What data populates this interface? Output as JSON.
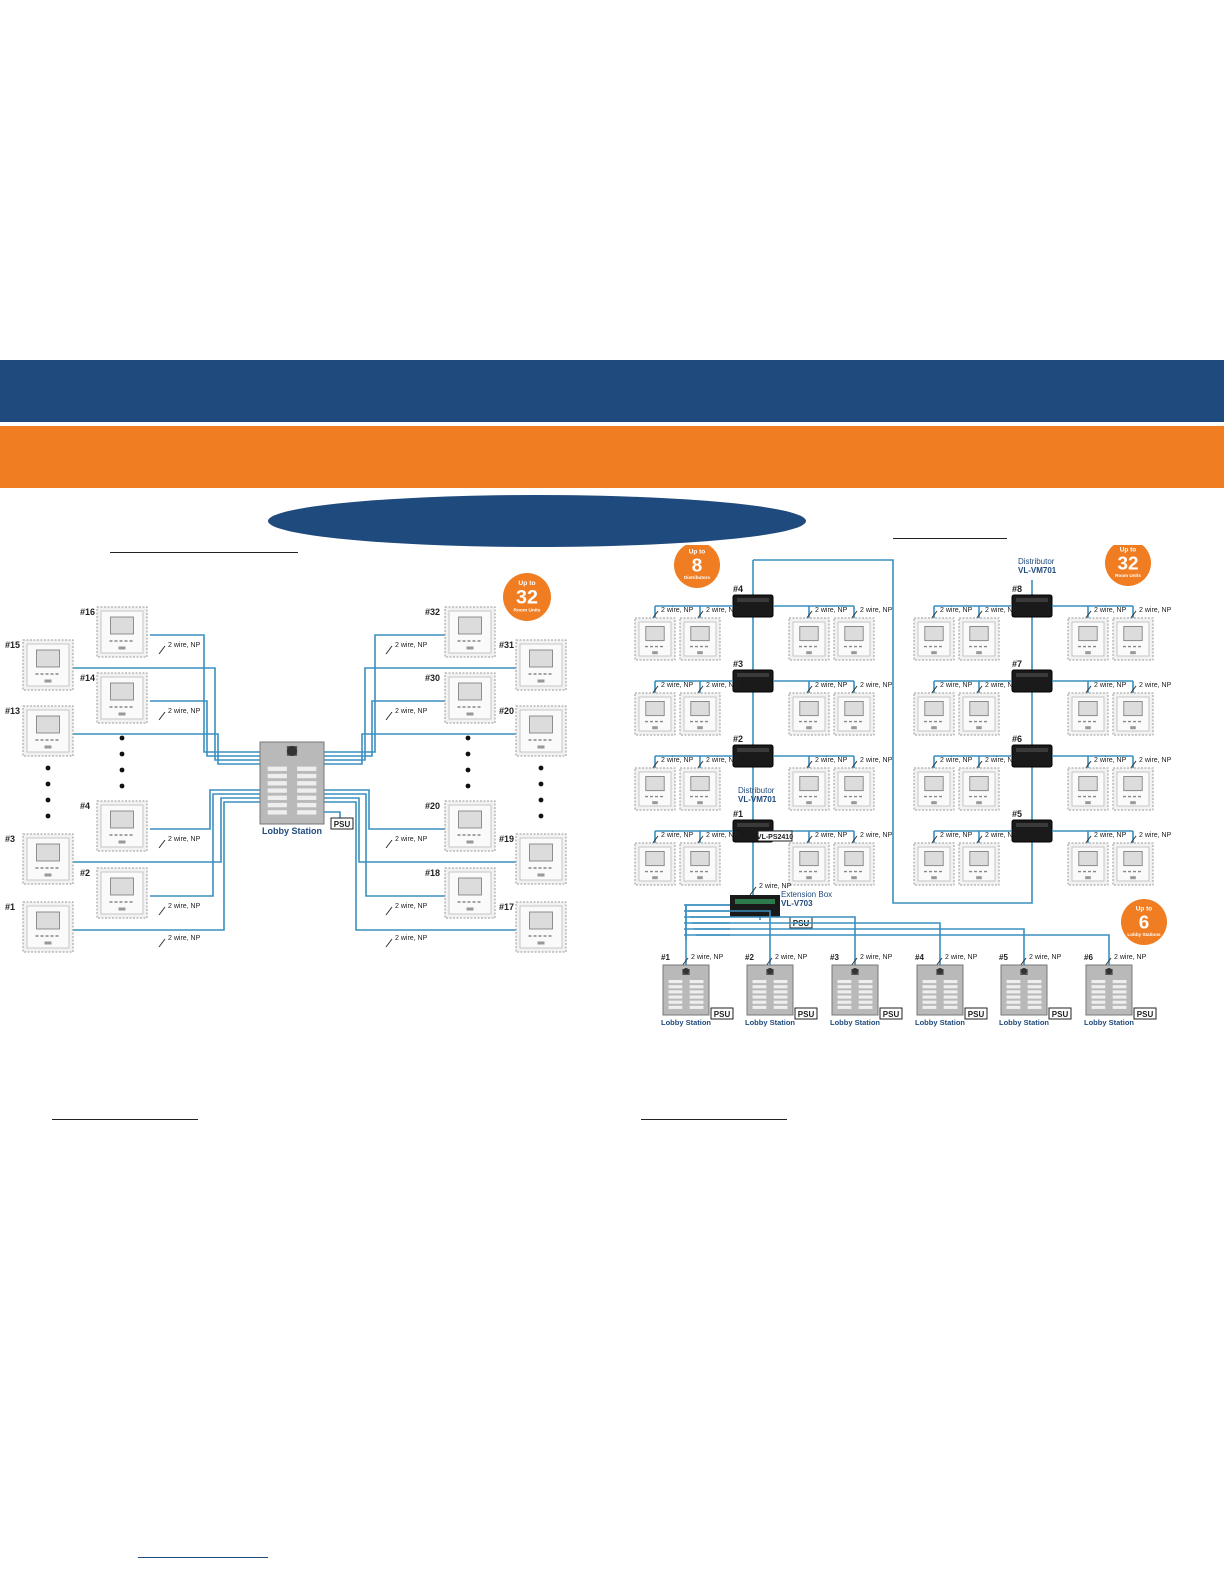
{
  "colors": {
    "header_blue": "#1f4a7d",
    "header_orange": "#f07d22",
    "wire_blue": "#3a8fc0",
    "badge_orange": "#f07d22"
  },
  "labels": {
    "wire": "2 wire, NP",
    "lobby_station": "Lobby Station",
    "psu": "PSU",
    "distributor": "Distributor",
    "distributor_model": "VL-VM701",
    "extension_box": "Extension Box",
    "extension_model": "VL-V703",
    "power_model": "VL-PS2410"
  },
  "left_system": {
    "badge": {
      "top": "Up to",
      "number": "32",
      "bottom": "Room Units"
    },
    "left_outer_ids": [
      "#15",
      "#13",
      "#3",
      "#1"
    ],
    "left_inner_ids": [
      "#16",
      "#14",
      "#4",
      "#2"
    ],
    "right_inner_ids": [
      "#32",
      "#30",
      "#20",
      "#18"
    ],
    "right_outer_ids": [
      "#31",
      "#20",
      "#19",
      "#17"
    ]
  },
  "right_system": {
    "badge_distributors": {
      "top": "Up to",
      "number": "8",
      "bottom": "Distributors"
    },
    "badge_rooms": {
      "top": "Up to",
      "number": "32",
      "bottom": "Room Units"
    },
    "badge_lobby": {
      "top": "Up to",
      "number": "6",
      "bottom": "Lobby Stations"
    },
    "left_column_distributors": [
      "#4",
      "#3",
      "#2",
      "#1"
    ],
    "right_column_distributors": [
      "#8",
      "#7",
      "#6",
      "#5"
    ],
    "lobby_station_ids": [
      "#1",
      "#2",
      "#3",
      "#4",
      "#5",
      "#6"
    ]
  }
}
